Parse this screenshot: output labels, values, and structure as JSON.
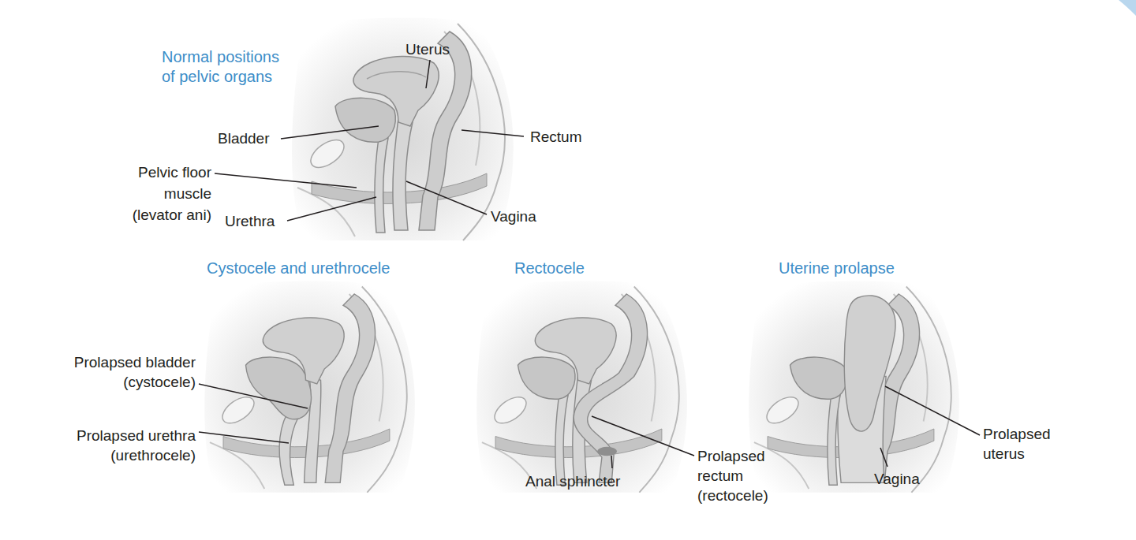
{
  "diagram": {
    "labels": [
      "Normal positions of pelvic organs",
      "Uterus",
      "Bladder",
      "Rectum",
      "Pelvic floor muscle (levator ani)",
      "Urethra",
      "Vagina",
      "Cystocele and urethrocele",
      "Rectocele",
      "Uterine prolapse",
      "Prolapsed bladder (cystocele)",
      "Prolapsed urethra (urethrocele)",
      "Anal sphincter",
      "Prolapsed rectum (rectocele)",
      "Vagina",
      "Prolapsed uterus"
    ]
  }
}
